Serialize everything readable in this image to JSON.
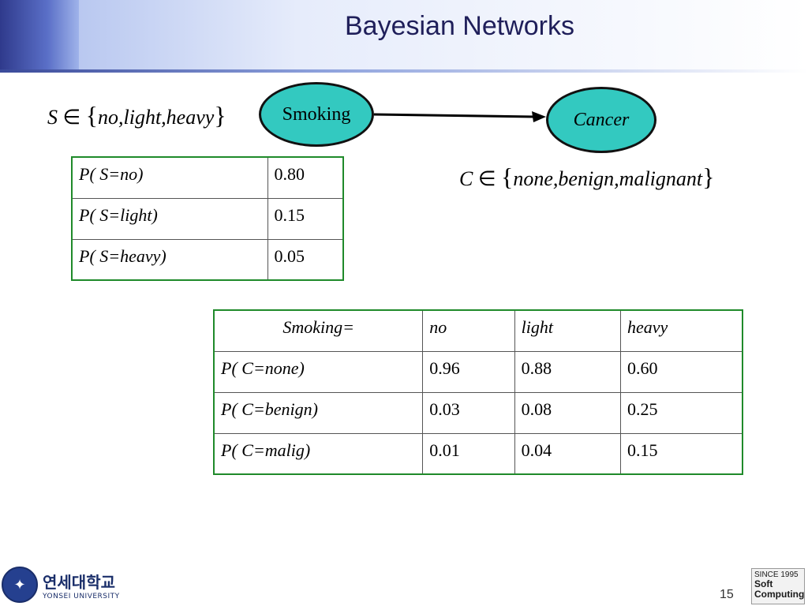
{
  "title": "Bayesian Networks",
  "smoking_domain": {
    "var": "S",
    "in": "∈",
    "values": "no,light,heavy"
  },
  "cancer_domain": {
    "var": "C",
    "in": "∈",
    "values": "none,benign,malignant"
  },
  "nodes": {
    "smoking": "Smoking",
    "cancer": "Cancer"
  },
  "prior_table": [
    {
      "label": "P(   S=no)",
      "value": "0.80"
    },
    {
      "label": "P(   S=light)",
      "value": "0.15"
    },
    {
      "label": "P(   S=heavy)",
      "value": "0.05"
    }
  ],
  "cpt": {
    "header": [
      "Smoking=",
      "no",
      "light",
      "heavy"
    ],
    "rows": [
      [
        "P(   C=none)",
        "0.96",
        "0.88",
        "0.60"
      ],
      [
        "P(   C=benign)",
        "0.03",
        "0.08",
        "0.25"
      ],
      [
        "P(   C=malig)",
        "0.01",
        "0.04",
        "0.15"
      ]
    ]
  },
  "footer": {
    "univ_kr": "연세대학교",
    "univ_en": "YONSEI UNIVERSITY",
    "page": "15",
    "lab_line1": "SINCE 1995",
    "lab_line2": "Soft",
    "lab_line3": "Computing"
  },
  "colors": {
    "node_fill": "#33c9c0",
    "table_border": "#1f8a2a",
    "title": "#1f1f5a"
  }
}
